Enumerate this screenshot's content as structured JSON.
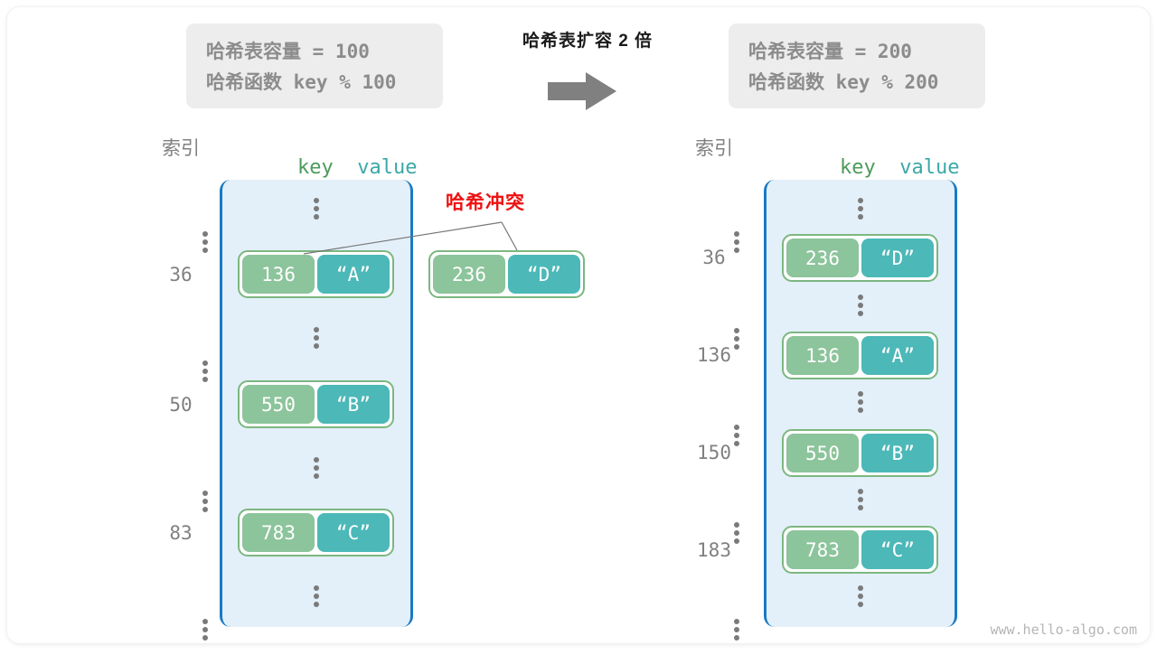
{
  "diagram": {
    "title_center": "哈希表扩容 2 倍",
    "watermark": "www.hello-algo.com",
    "collision_label": "哈希冲突",
    "colors": {
      "key_box": "#8cc49b",
      "value_box": "#4cb8b8",
      "pair_border": "#7cb77f",
      "bucket_fill": "#e3f0fa",
      "bucket_border": "#1a7ac4",
      "info_box_bg": "#ededed",
      "info_text": "#8c8c8c",
      "collision_text": "#ee1111",
      "arrow": "#808080",
      "index_text": "#808080",
      "key_header": "#4b9b5b",
      "value_header": "#3ca8a8"
    }
  },
  "left": {
    "info": {
      "capacity_line": "哈希表容量 = 100",
      "hash_line": "哈希函数 key % 100"
    },
    "headers": {
      "index": "索引",
      "key": "key",
      "value": "value"
    },
    "rows": [
      {
        "index": "⋮",
        "type": "ellipsis"
      },
      {
        "index": "36",
        "type": "entry",
        "key": "136",
        "value": "“A”"
      },
      {
        "index": "⋮",
        "type": "ellipsis"
      },
      {
        "index": "50",
        "type": "entry",
        "key": "550",
        "value": "“B”"
      },
      {
        "index": "⋮",
        "type": "ellipsis"
      },
      {
        "index": "83",
        "type": "entry",
        "key": "783",
        "value": "“C”"
      },
      {
        "index": "⋮",
        "type": "ellipsis"
      }
    ],
    "colliding_entry": {
      "key": "236",
      "value": "“D”"
    }
  },
  "right": {
    "info": {
      "capacity_line": "哈希表容量 = 200",
      "hash_line": "哈希函数 key % 200"
    },
    "headers": {
      "index": "索引",
      "key": "key",
      "value": "value"
    },
    "rows": [
      {
        "index": "⋮",
        "type": "ellipsis"
      },
      {
        "index": "36",
        "type": "entry",
        "key": "236",
        "value": "“D”"
      },
      {
        "index": "⋮",
        "type": "ellipsis"
      },
      {
        "index": "136",
        "type": "entry",
        "key": "136",
        "value": "“A”"
      },
      {
        "index": "⋮",
        "type": "ellipsis"
      },
      {
        "index": "150",
        "type": "entry",
        "key": "550",
        "value": "“B”"
      },
      {
        "index": "⋮",
        "type": "ellipsis"
      },
      {
        "index": "183",
        "type": "entry",
        "key": "783",
        "value": "“C”"
      },
      {
        "index": "⋮",
        "type": "ellipsis"
      }
    ]
  }
}
